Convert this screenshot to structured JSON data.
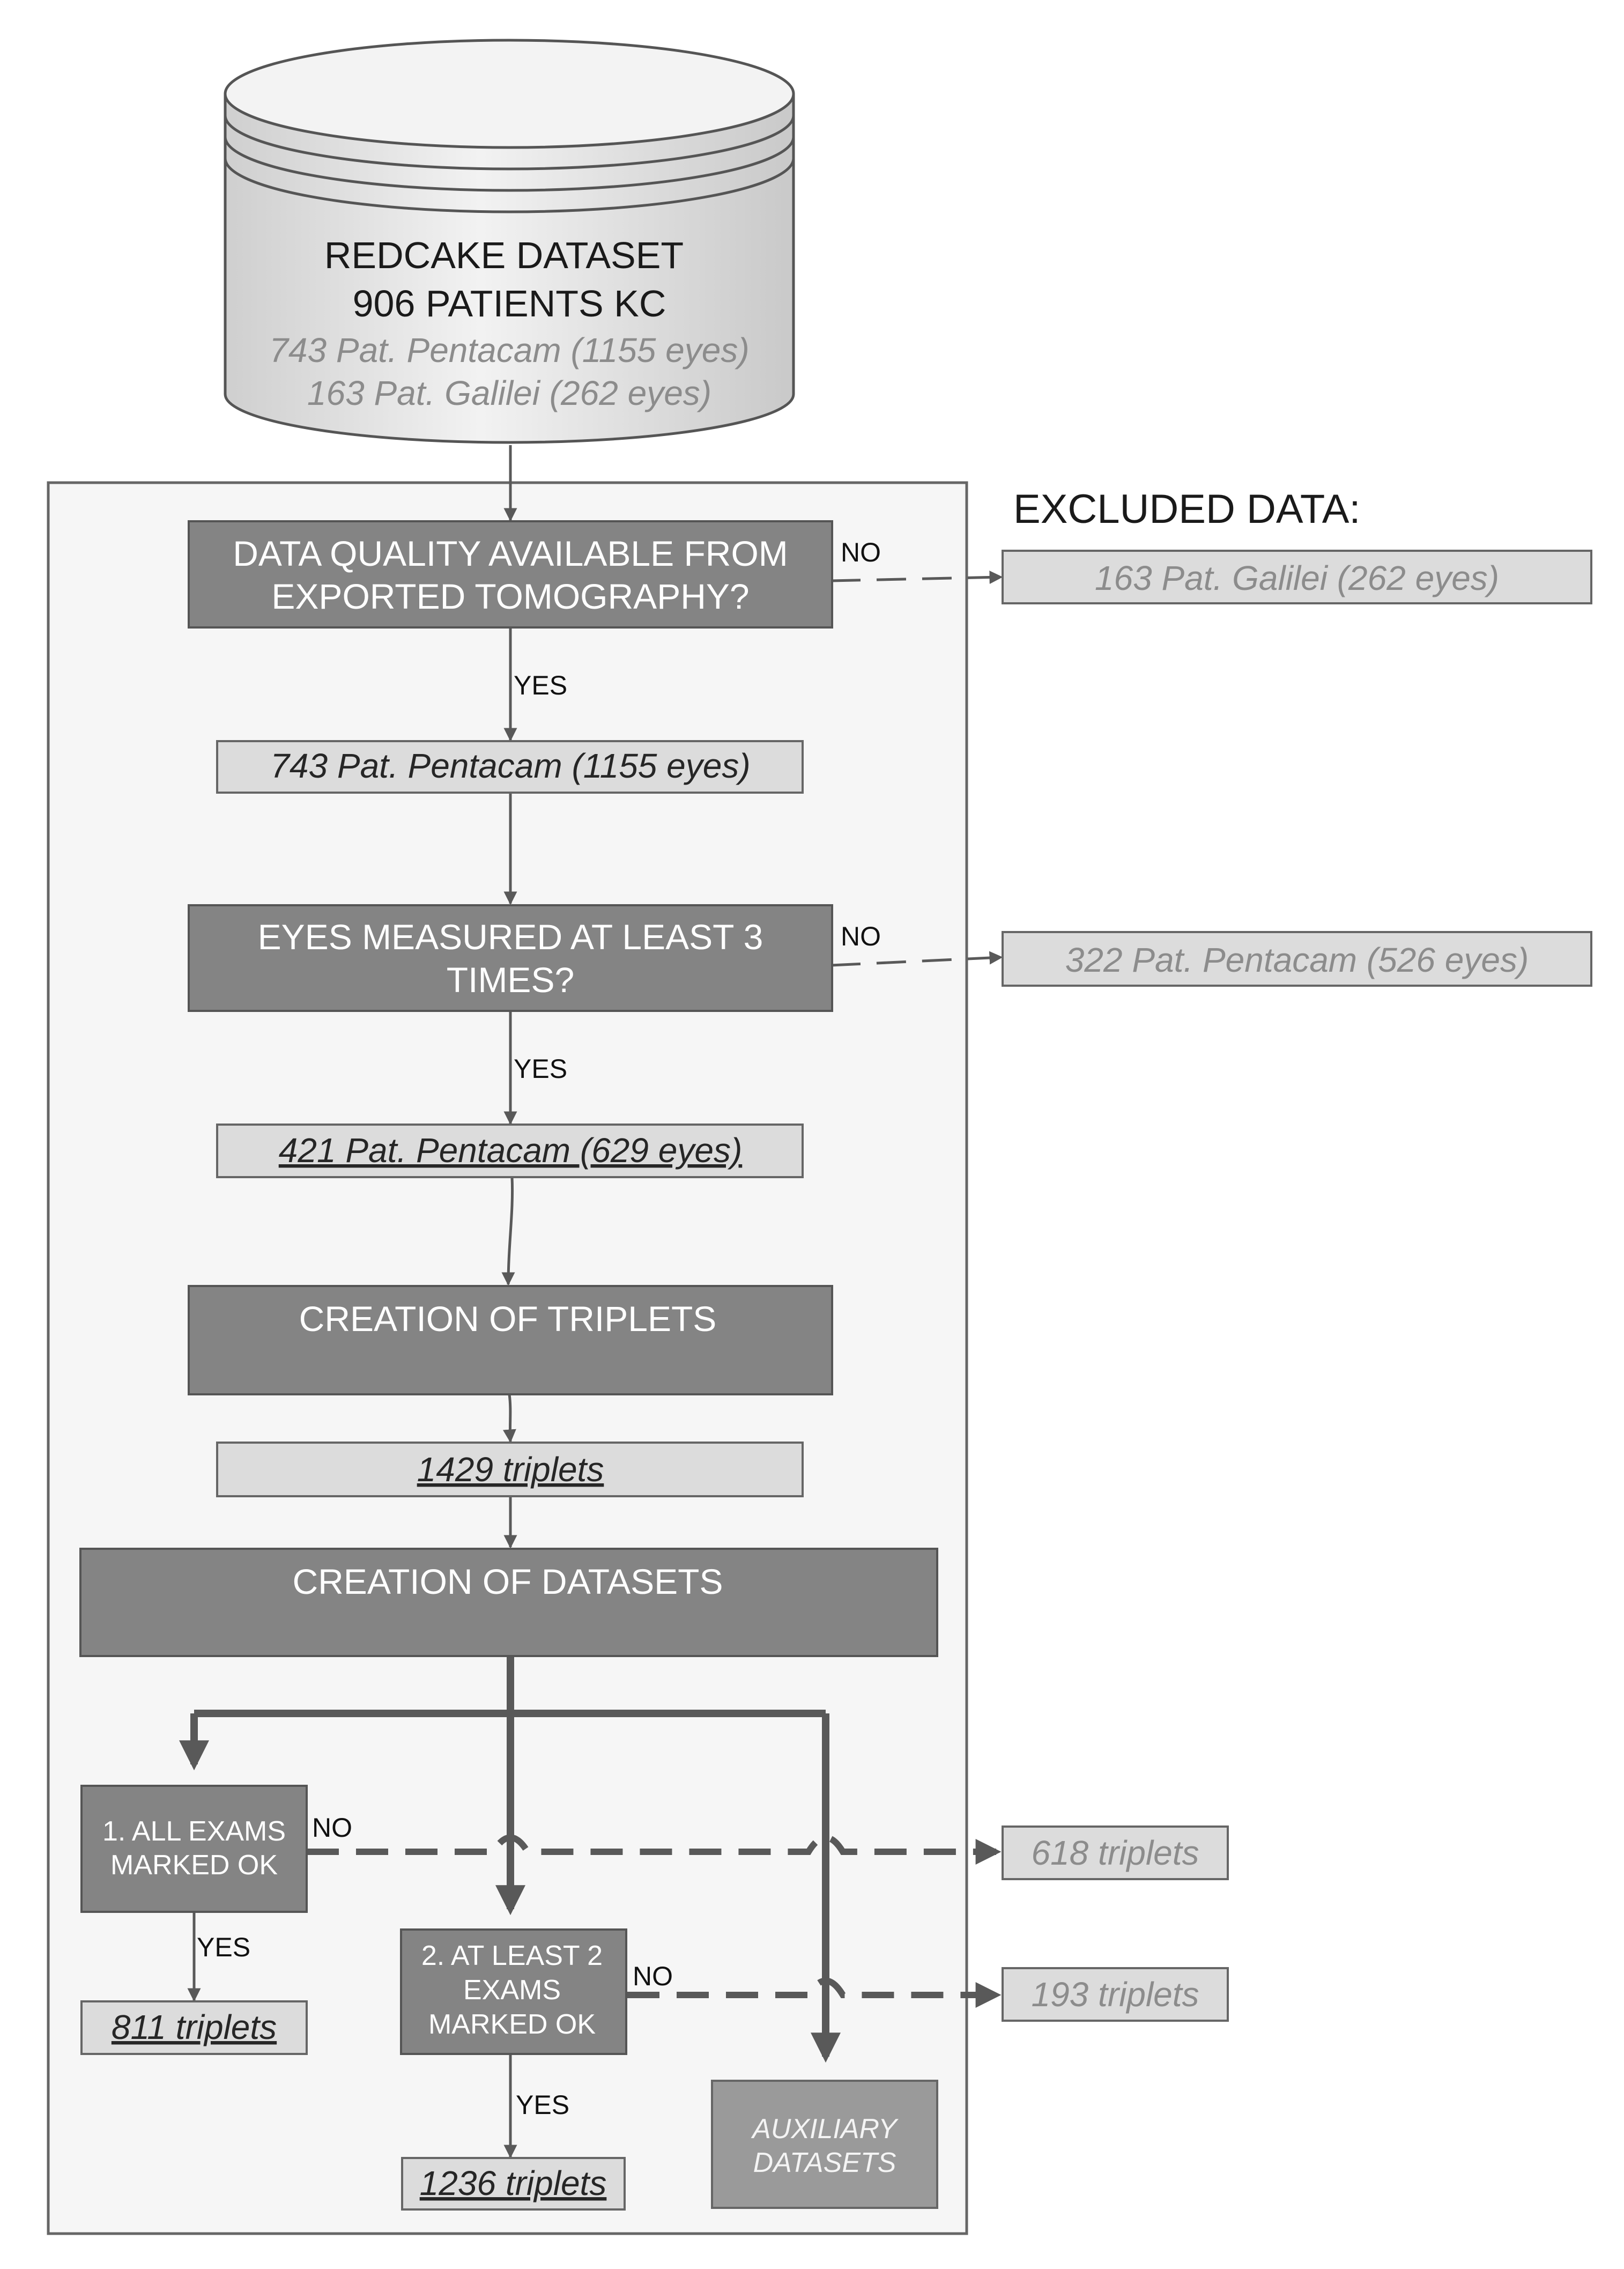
{
  "source": {
    "title": "REDCAKE DATASET",
    "subtitle": "906 PATIENTS KC",
    "line1": "743 Pat. Pentacam (1155 eyes)",
    "line2": "163 Pat. Galilei (262 eyes)"
  },
  "excluded": {
    "heading": "EXCLUDED DATA:",
    "galilei": "163 Pat. Galilei (262 eyes)",
    "pentacam": "322 Pat. Pentacam (526 eyes)",
    "t618": "618 triplets",
    "t193": "193 triplets"
  },
  "q1": {
    "line1": "DATA QUALITY AVAILABLE FROM",
    "line2": "EXPORTED TOMOGRAPHY?"
  },
  "r1": "743 Pat. Pentacam (1155 eyes)",
  "q2": {
    "line1": "EYES MEASURED AT LEAST 3",
    "line2": "TIMES?"
  },
  "r2": "421 Pat. Pentacam (629 eyes)",
  "triplets_step": "CREATION OF TRIPLETS",
  "r3": "1429 triplets",
  "datasets_step": "CREATION OF DATASETS",
  "b1": {
    "line1": "1. ALL EXAMS",
    "line2": "MARKED OK"
  },
  "b2": {
    "line1": "2. AT LEAST 2",
    "line2": "EXAMS",
    "line3": "MARKED OK"
  },
  "aux": {
    "line1": "AUXILIARY",
    "line2": "DATASETS"
  },
  "r811": "811 triplets",
  "r1236": "1236 triplets",
  "labels": {
    "yes": "YES",
    "no": "NO"
  },
  "colors": {
    "process_box": "#848484",
    "result_box": "#dcdcdc",
    "container": "#f6f6f6",
    "arrow": "#595959"
  }
}
